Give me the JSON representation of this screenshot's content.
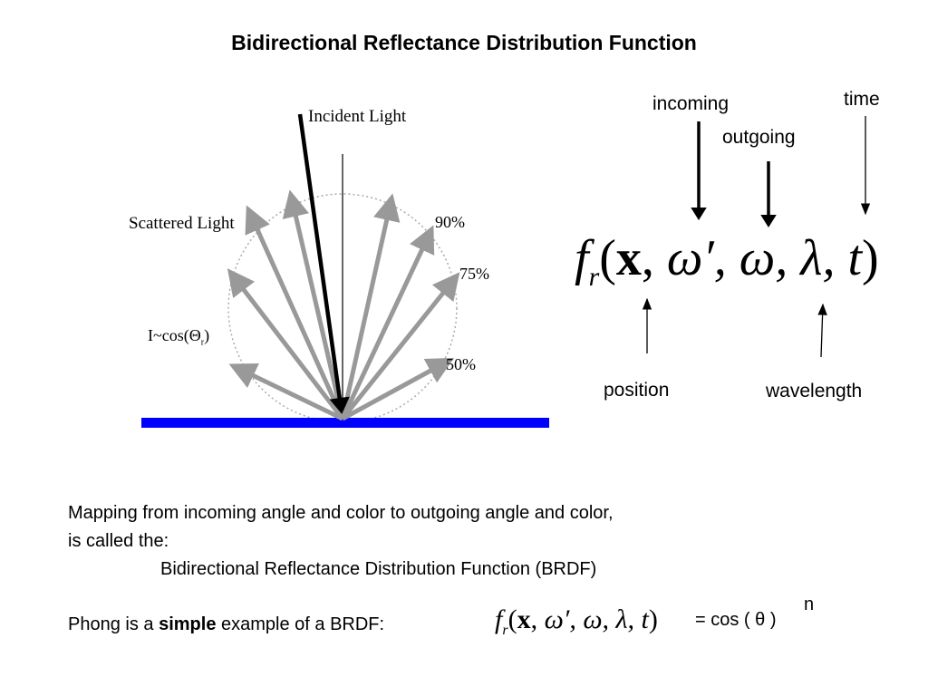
{
  "title": "Bidirectional Reflectance Distribution Function",
  "diagram": {
    "incident_label": "Incident Light",
    "scattered_label": "Scattered Light",
    "pct_90": "90%",
    "pct_75": "75%",
    "pct_50": "50%",
    "intensity_label": "I~cos(Θ",
    "intensity_sub": "r",
    "intensity_close": ")",
    "surface_color": "#0000ff",
    "arrow_color": "#999999"
  },
  "formula": {
    "f": "f",
    "sub": "r",
    "body": "(x, ω′, ω, λ, t)",
    "arg_x": "x",
    "args_rest": "ω′, ω, λ, t",
    "open": "(",
    "close": ")"
  },
  "annotations": {
    "incoming": "incoming",
    "outgoing": "outgoing",
    "time": "time",
    "position": "position",
    "wavelength": "wavelength"
  },
  "text": {
    "line1": "Mapping from incoming angle and color to outgoing angle and color,",
    "line2": "is called the:",
    "line3": "Bidirectional Reflectance Distribution Function (BRDF)",
    "phong_pre": "Phong is a ",
    "phong_bold": "simple",
    "phong_post": " example of a BRDF:",
    "eq_rhs": "= cos ( θ )",
    "eq_exp": "n"
  }
}
